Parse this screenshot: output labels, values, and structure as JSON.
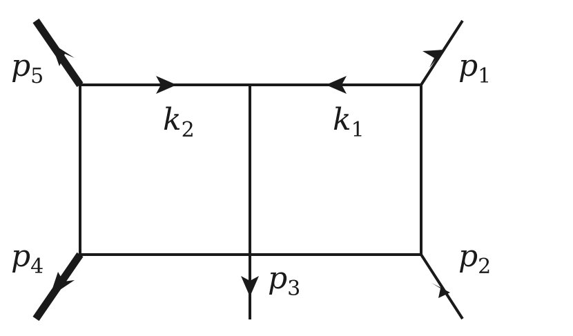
{
  "labels": {
    "p5": {
      "main": "p",
      "sub": "5"
    },
    "p1": {
      "main": "p",
      "sub": "1"
    },
    "p4": {
      "main": "p",
      "sub": "4"
    },
    "p2": {
      "main": "p",
      "sub": "2"
    },
    "p3": {
      "main": "p",
      "sub": "3"
    },
    "k2": {
      "main": "k",
      "sub": "2"
    },
    "k1": {
      "main": "k",
      "sub": "1"
    }
  }
}
